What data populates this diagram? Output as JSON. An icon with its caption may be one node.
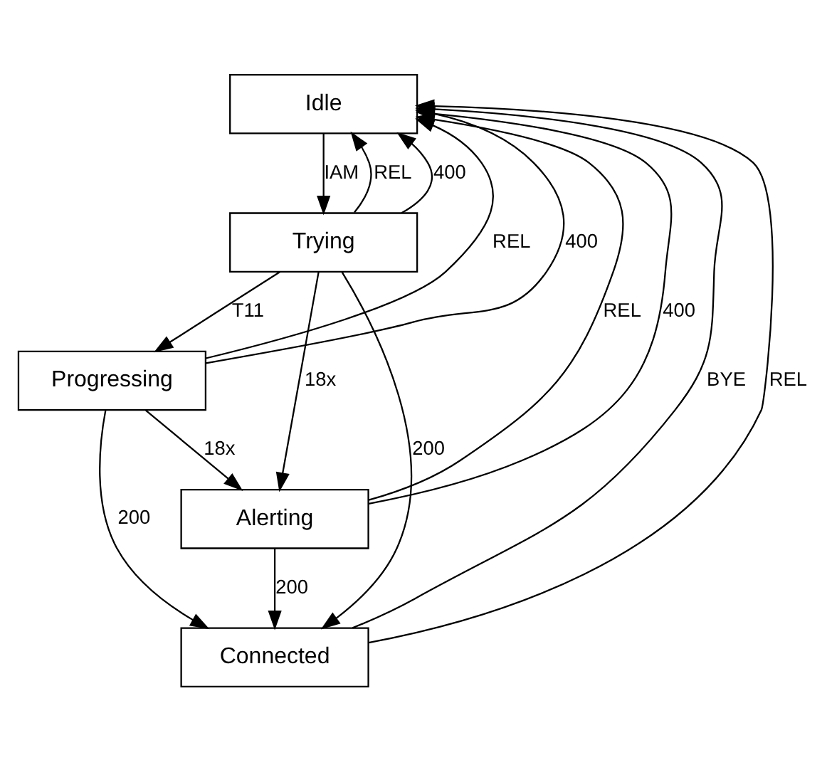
{
  "diagram": {
    "nodes": [
      {
        "text": [
          "Idle"
        ]
      },
      {
        "text": [
          "Trying"
        ]
      },
      {
        "text": [
          "Progressing"
        ]
      },
      {
        "text": [
          "Alerting"
        ]
      },
      {
        "text": [
          "Connected"
        ]
      }
    ],
    "edges": [
      {
        "from": 0,
        "to": 1,
        "arrow": "to",
        "label": "IAM"
      },
      {
        "from": 1,
        "to": 2,
        "arrow": "to",
        "label": "T11"
      },
      {
        "from": 1,
        "to": 3,
        "arrow": "to",
        "label": "18x"
      },
      {
        "from": 1,
        "to": 4,
        "arrow": "to",
        "label": "200"
      },
      {
        "from": 2,
        "to": 3,
        "arrow": "to",
        "label": "18x"
      },
      {
        "from": 2,
        "to": 4,
        "arrow": "to",
        "label": "200"
      },
      {
        "from": 3,
        "to": 4,
        "arrow": "to",
        "label": "200"
      },
      {
        "from": 1,
        "to": 0,
        "arrow": "to",
        "label": "REL"
      },
      {
        "from": 2,
        "to": 0,
        "arrow": "to",
        "label": "REL"
      },
      {
        "from": 3,
        "to": 0,
        "arrow": "to",
        "label": "REL"
      },
      {
        "from": 4,
        "to": 0,
        "arrow": "to",
        "label": "BYE"
      },
      {
        "from": 1,
        "to": 0,
        "arrow": "to",
        "label": "400"
      },
      {
        "from": 2,
        "to": 0,
        "arrow": "to",
        "label": "400"
      },
      {
        "from": 3,
        "to": 0,
        "arrow": "to",
        "label": "400"
      },
      {
        "from": 4,
        "to": 0,
        "arrow": "to",
        "label": "REL"
      }
    ]
  }
}
